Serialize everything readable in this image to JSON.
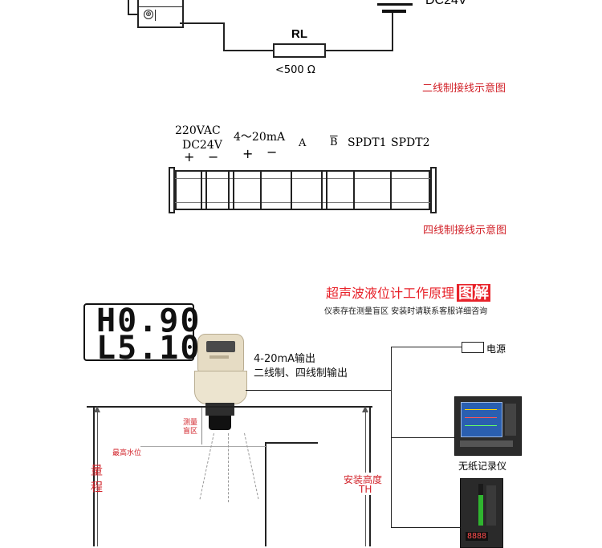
{
  "two_wire": {
    "power_label": "DC24V",
    "resistor_label": "RL",
    "resistor_value": "<500 Ω",
    "caption": "二线制接线示意图"
  },
  "four_wire": {
    "label_power_top": "220VAC",
    "label_power_bottom": "DC24V",
    "label_current": "4～20mA",
    "label_a": "A",
    "label_b": "B",
    "label_spdt1": "SPDT1",
    "label_spdt2": "SPDT2",
    "caption": "四线制接线示意图"
  },
  "principle": {
    "title": "超声波液位计工作原理",
    "title_emphasis": "图解",
    "subtitle": "仪表存在测量盲区 安装时请联系客服详细咨询",
    "display_line1": "H0.90",
    "display_line2": "L5.10",
    "output_line1": "4-20mA输出",
    "output_line2": "二线制、四线制输出",
    "power_label": "电源",
    "recorder_label": "无纸记录仪",
    "blind_zone_label": "测量盲区",
    "max_level_label": "最高水位",
    "range_label": "量程",
    "install_height_label": "安装高度",
    "install_height_abbr": "TH",
    "panel_readout": "8888"
  },
  "colors": {
    "caption_red": "#d2232a",
    "title_red": "#e8222a",
    "screen_blue": "#2a5fb0",
    "gauge_green": "#2fb52f"
  }
}
